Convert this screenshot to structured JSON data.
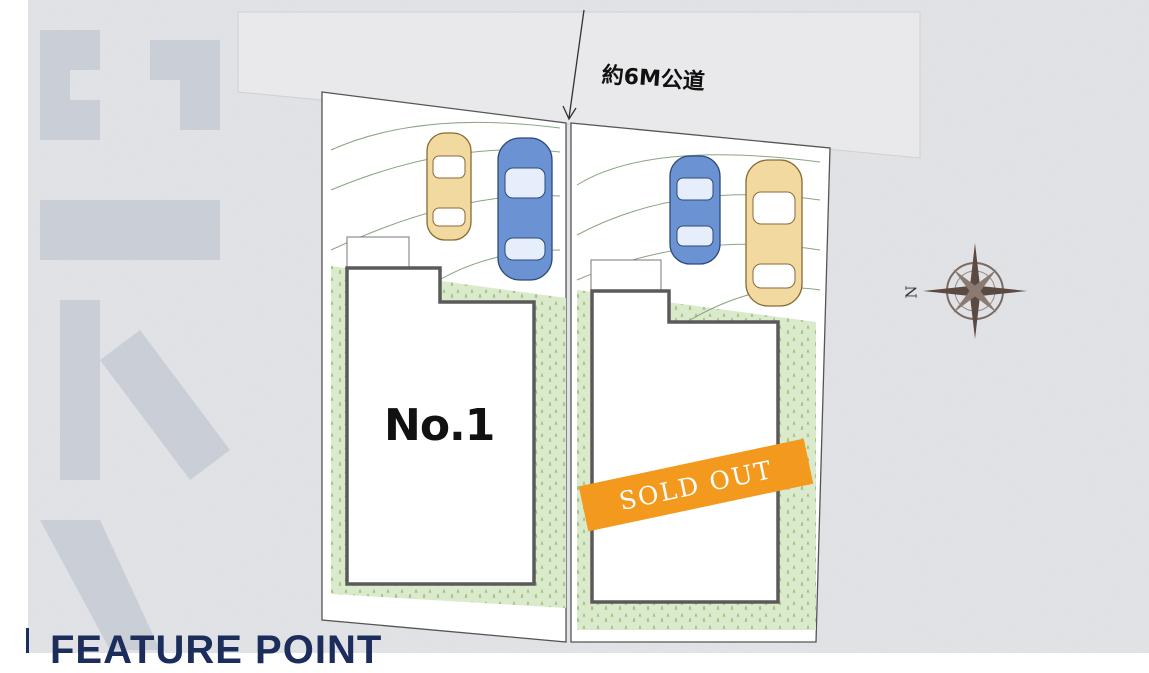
{
  "road": {
    "label": "約6M公道"
  },
  "lots": [
    {
      "label": "No.1"
    },
    {
      "status": "SOLD OUT"
    }
  ],
  "compass": {
    "north_label": "N",
    "icon": "compass-rose-icon"
  },
  "section": {
    "heading": "FEATURE POINT"
  },
  "colors": {
    "background": "#e2e4e8",
    "road": "#e8e8ea",
    "grass": "#d4e6c4",
    "sold_out": "#f39a1e",
    "heading": "#1c2d5c",
    "car_yellow": "#f2d9a0",
    "car_blue": "#6a8fcf"
  }
}
